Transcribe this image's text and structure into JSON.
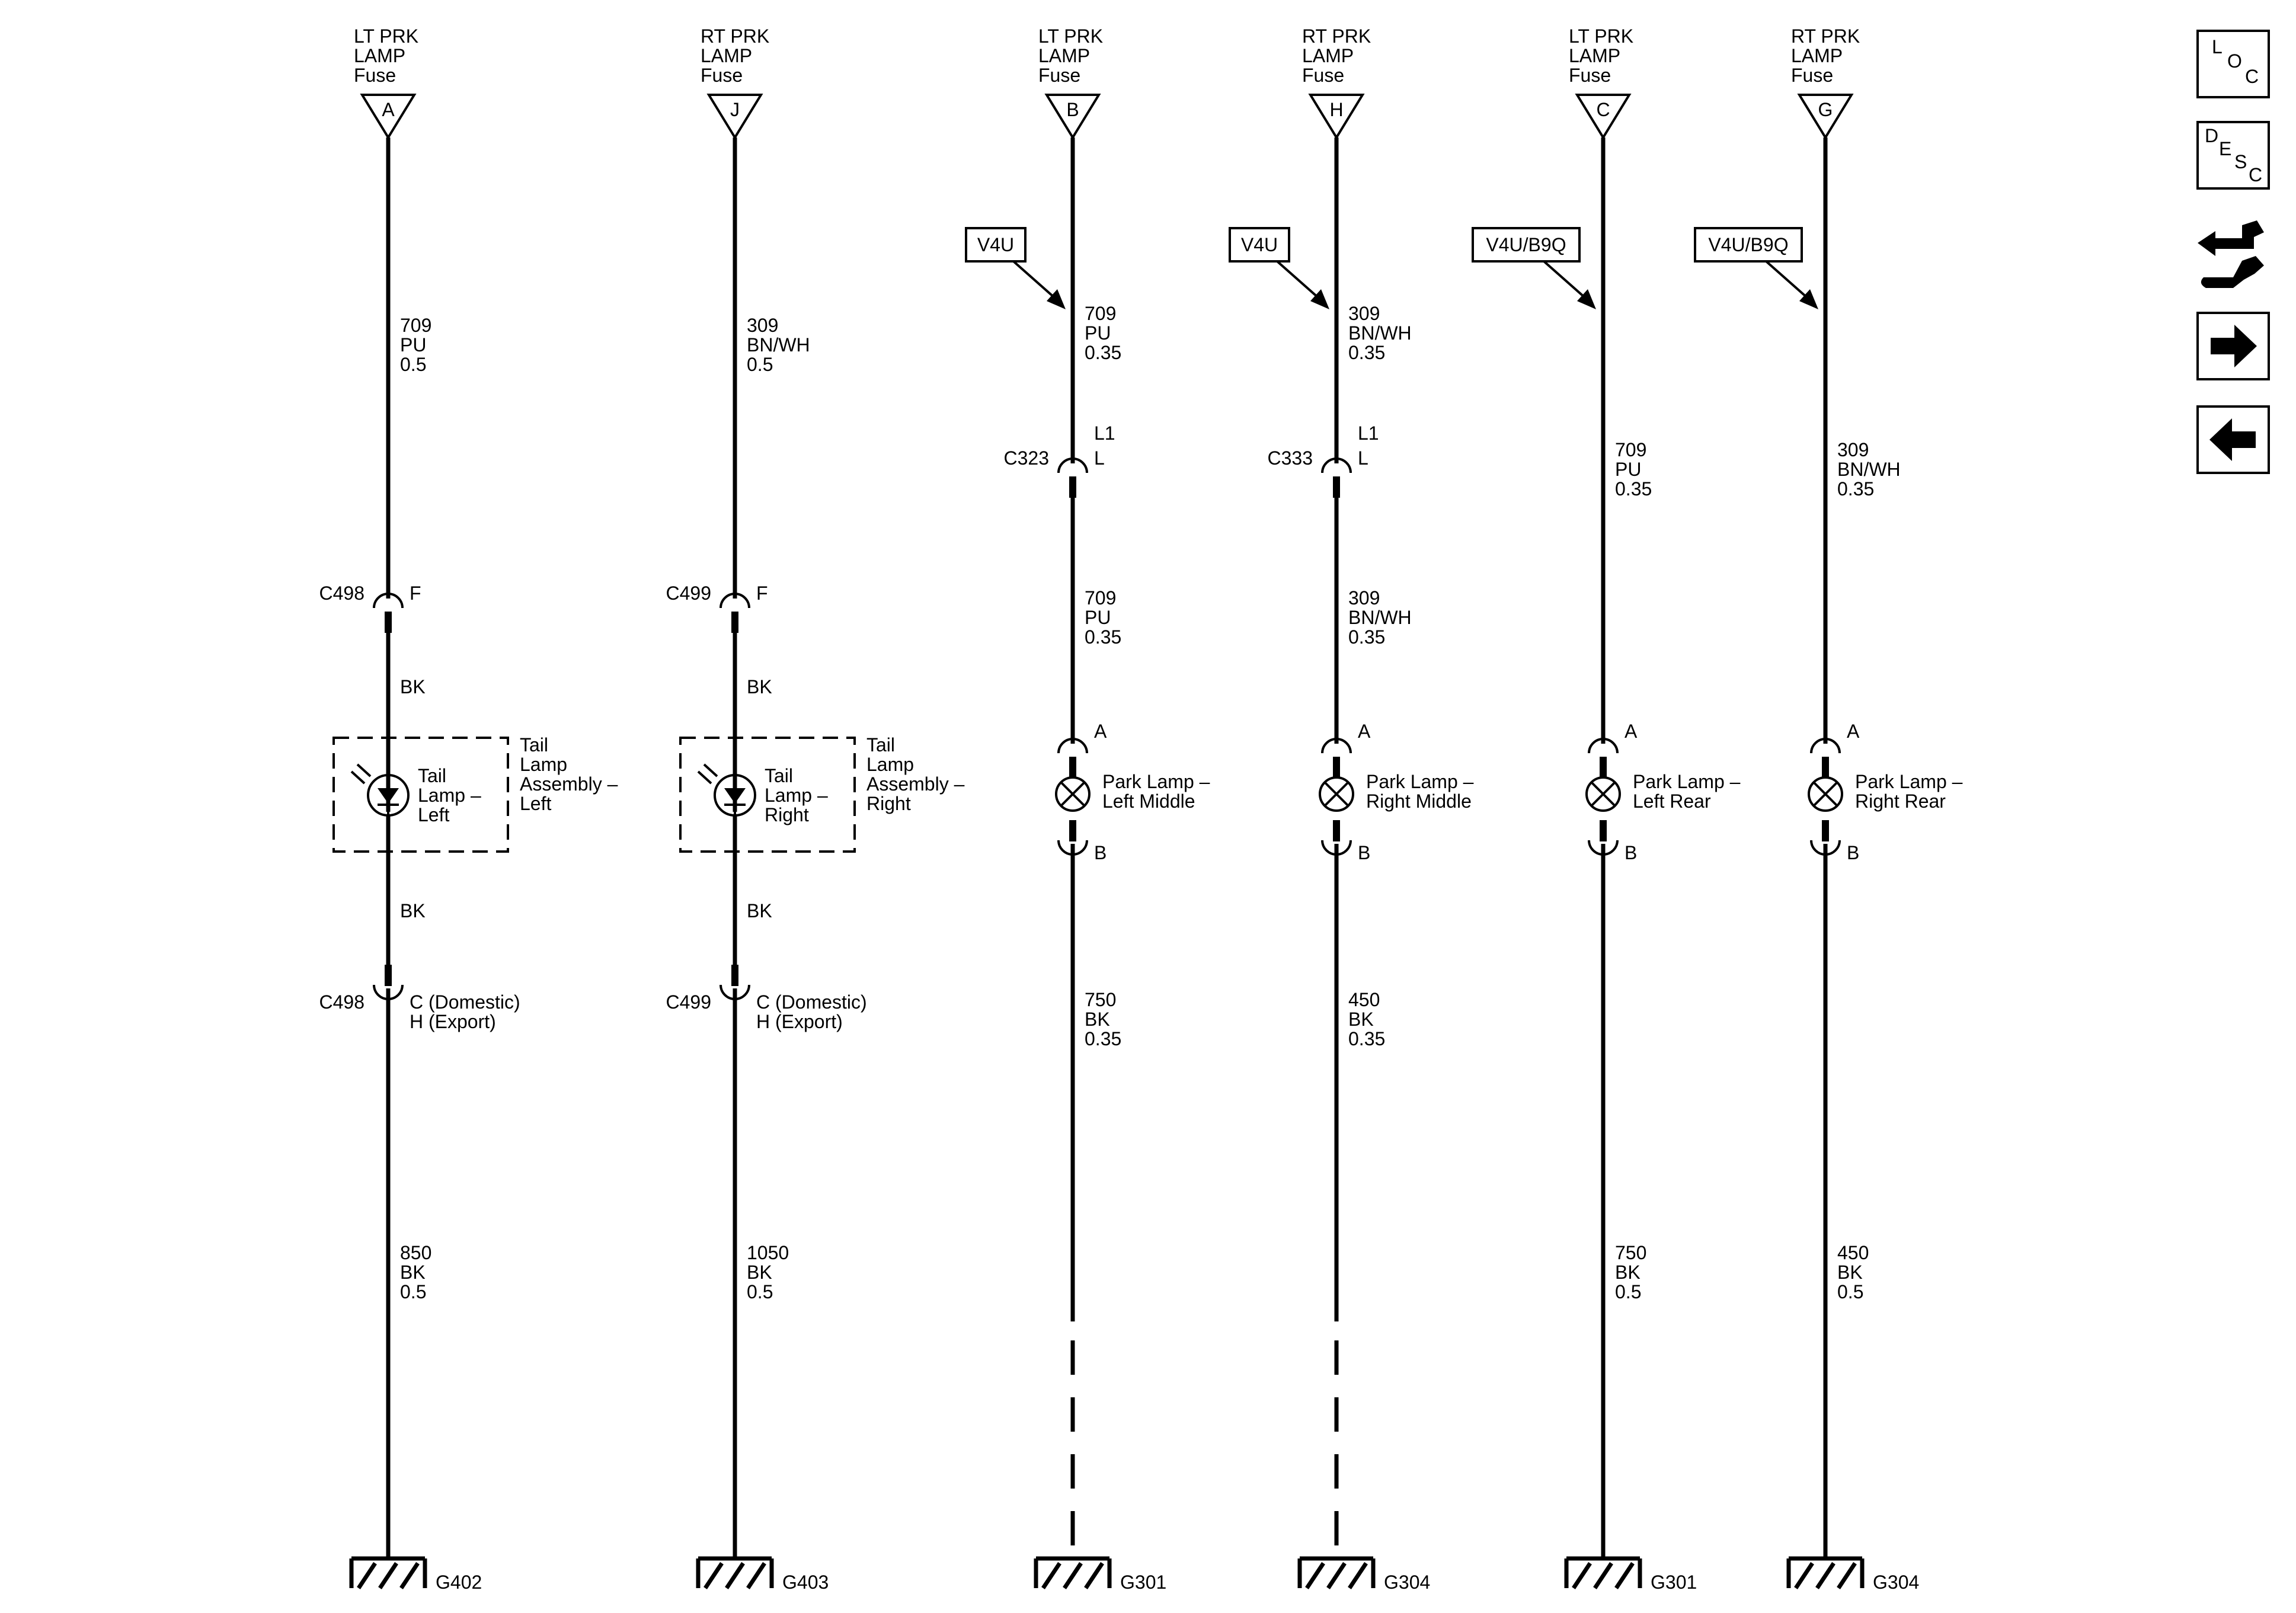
{
  "circuits": [
    {
      "fuse": {
        "name": [
          "LT PRK",
          "LAMP",
          "Fuse"
        ],
        "letter": "A"
      },
      "option_tag": "",
      "wire_upper": [
        "709",
        "PU",
        "0.5"
      ],
      "connector_top": {
        "name": "C498",
        "pin": "F"
      },
      "wire_mid_top": [
        "BK"
      ],
      "lamp": {
        "type": "tail",
        "label": [
          "Tail",
          "Lamp –",
          "Left"
        ],
        "assembly": [
          "Tail",
          "Lamp",
          "Assembly –",
          "Left"
        ]
      },
      "wire_mid_bottom": [
        "BK"
      ],
      "connector_bottom": {
        "name": "C498",
        "pins": [
          "C (Domestic)",
          "H (Export)"
        ]
      },
      "wire_lower": [
        "850",
        "BK",
        "0.5"
      ],
      "ground": "G402"
    },
    {
      "fuse": {
        "name": [
          "RT PRK",
          "LAMP",
          "Fuse"
        ],
        "letter": "J"
      },
      "option_tag": "",
      "wire_upper": [
        "309",
        "BN/WH",
        "0.5"
      ],
      "connector_top": {
        "name": "C499",
        "pin": "F"
      },
      "wire_mid_top": [
        "BK"
      ],
      "lamp": {
        "type": "tail",
        "label": [
          "Tail",
          "Lamp –",
          "Right"
        ],
        "assembly": [
          "Tail",
          "Lamp",
          "Assembly –",
          "Right"
        ]
      },
      "wire_mid_bottom": [
        "BK"
      ],
      "connector_bottom": {
        "name": "C499",
        "pins": [
          "C (Domestic)",
          "H (Export)"
        ]
      },
      "wire_lower": [
        "1050",
        "BK",
        "0.5"
      ],
      "ground": "G403"
    },
    {
      "fuse": {
        "name": [
          "LT PRK",
          "LAMP",
          "Fuse"
        ],
        "letter": "B"
      },
      "option_tag": "V4U",
      "wire_upper": [
        "709",
        "PU",
        "0.35"
      ],
      "connector_top": {
        "name": "C323",
        "pin": "L",
        "pin_alt": "L1"
      },
      "wire_mid_top": [
        "709",
        "PU",
        "0.35"
      ],
      "lamp": {
        "type": "park",
        "label": [
          "Park Lamp –",
          "Left Middle"
        ],
        "pin_top": "A",
        "pin_bottom": "B"
      },
      "wire_lower": [
        "750",
        "BK",
        "0.35"
      ],
      "dashed": true,
      "ground": "G301"
    },
    {
      "fuse": {
        "name": [
          "RT PRK",
          "LAMP",
          "Fuse"
        ],
        "letter": "H"
      },
      "option_tag": "V4U",
      "wire_upper": [
        "309",
        "BN/WH",
        "0.35"
      ],
      "connector_top": {
        "name": "C333",
        "pin": "L",
        "pin_alt": "L1"
      },
      "wire_mid_top": [
        "309",
        "BN/WH",
        "0.35"
      ],
      "lamp": {
        "type": "park",
        "label": [
          "Park Lamp –",
          "Right Middle"
        ],
        "pin_top": "A",
        "pin_bottom": "B"
      },
      "wire_lower": [
        "450",
        "BK",
        "0.35"
      ],
      "dashed": true,
      "ground": "G304"
    },
    {
      "fuse": {
        "name": [
          "LT PRK",
          "LAMP",
          "Fuse"
        ],
        "letter": "C"
      },
      "option_tag": "V4U/B9Q",
      "wire_upper": [
        "709",
        "PU",
        "0.35"
      ],
      "lamp": {
        "type": "park",
        "label": [
          "Park Lamp –",
          "Left Rear"
        ],
        "pin_top": "A",
        "pin_bottom": "B"
      },
      "wire_lower": [
        "750",
        "BK",
        "0.5"
      ],
      "ground": "G301"
    },
    {
      "fuse": {
        "name": [
          "RT PRK",
          "LAMP",
          "Fuse"
        ],
        "letter": "G"
      },
      "option_tag": "V4U/B9Q",
      "wire_upper": [
        "309",
        "BN/WH",
        "0.35"
      ],
      "lamp": {
        "type": "park",
        "label": [
          "Park Lamp –",
          "Right Rear"
        ],
        "pin_top": "A",
        "pin_bottom": "B"
      },
      "wire_lower": [
        "450",
        "BK",
        "0.5"
      ],
      "ground": "G304"
    }
  ],
  "nav": {
    "loc": [
      "L",
      "O",
      "C"
    ],
    "desc": [
      "D",
      "E",
      "S",
      "C"
    ],
    "connector_icon": "connector-tool-icon",
    "next_icon": "arrow-right-icon",
    "prev_icon": "arrow-left-icon"
  }
}
